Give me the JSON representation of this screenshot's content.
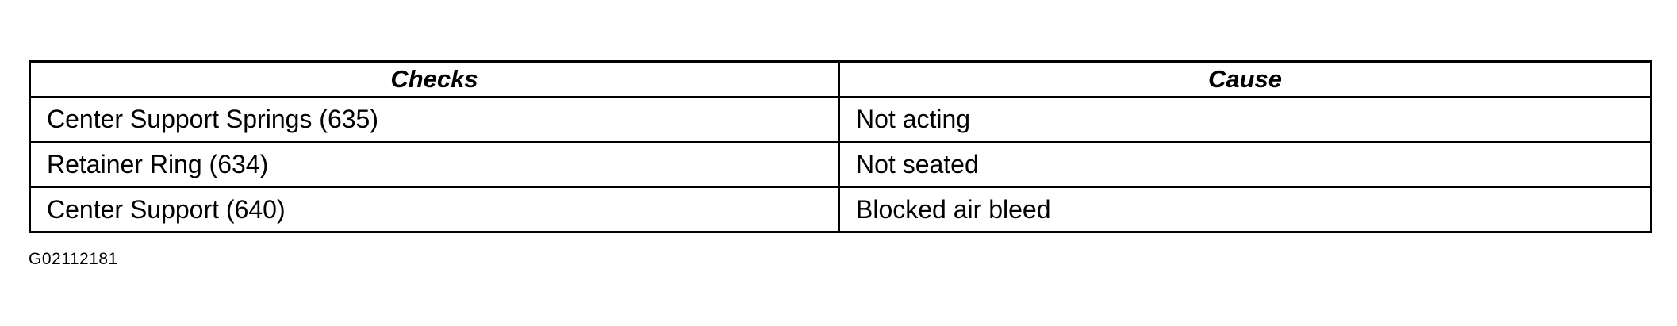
{
  "table": {
    "headers": [
      "Checks",
      "Cause"
    ],
    "rows": [
      [
        "Center Support Springs (635)",
        "Not acting"
      ],
      [
        "Retainer Ring (634)",
        "Not seated"
      ],
      [
        "Center Support (640)",
        "Blocked air bleed"
      ]
    ]
  },
  "figure_id": "G02112181"
}
